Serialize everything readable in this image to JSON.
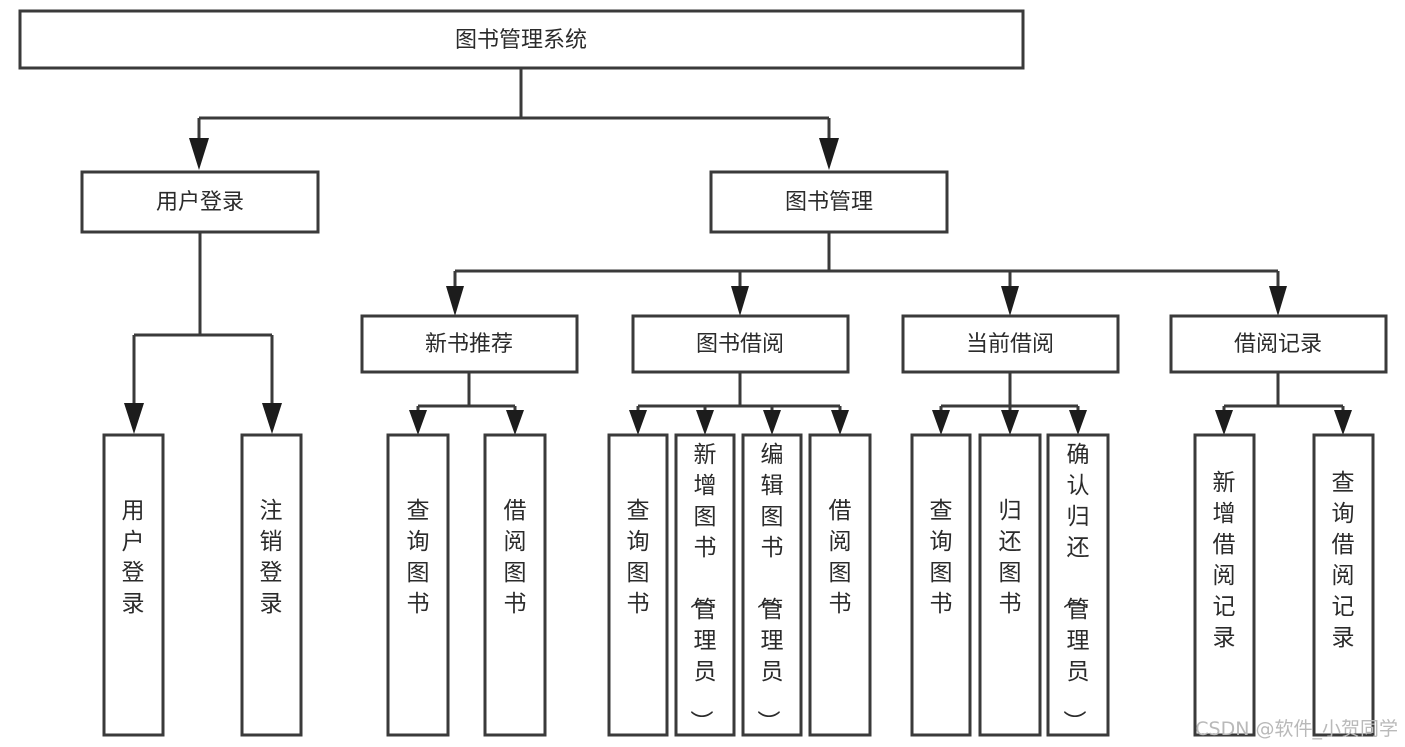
{
  "diagram": {
    "type": "tree",
    "title": "图书管理系统",
    "orientation": "top-down",
    "colors": {
      "box_fill": "#ffffff",
      "box_stroke": "#3a3a3a",
      "connector": "#3a3a3a",
      "text": "#2b2b2b",
      "watermark": "#b9b9b9",
      "background": "#ffffff"
    },
    "root": {
      "id": "root",
      "label": "图书管理系统",
      "text_orientation": "horizontal"
    },
    "level2": [
      {
        "id": "user-login",
        "label": "用户登录",
        "text_orientation": "horizontal"
      },
      {
        "id": "book-manage",
        "label": "图书管理",
        "text_orientation": "horizontal"
      }
    ],
    "level3": [
      {
        "id": "new-book-recommend",
        "label": "新书推荐",
        "parent": "book-manage",
        "text_orientation": "horizontal"
      },
      {
        "id": "book-borrow",
        "label": "图书借阅",
        "parent": "book-manage",
        "text_orientation": "horizontal"
      },
      {
        "id": "current-borrow",
        "label": "当前借阅",
        "parent": "book-manage",
        "text_orientation": "horizontal"
      },
      {
        "id": "borrow-record",
        "label": "借阅记录",
        "parent": "book-manage",
        "text_orientation": "horizontal"
      }
    ],
    "leaves": [
      {
        "id": "leaf-user-login",
        "label": "用户登录",
        "parent": "user-login",
        "text_orientation": "vertical"
      },
      {
        "id": "leaf-logout",
        "label": "注销登录",
        "parent": "user-login",
        "text_orientation": "vertical"
      },
      {
        "id": "leaf-query-book-1",
        "label": "查询图书",
        "parent": "new-book-recommend",
        "text_orientation": "vertical"
      },
      {
        "id": "leaf-borrow-book-1",
        "label": "借阅图书",
        "parent": "new-book-recommend",
        "text_orientation": "vertical"
      },
      {
        "id": "leaf-query-book-2",
        "label": "查询图书",
        "parent": "book-borrow",
        "text_orientation": "vertical"
      },
      {
        "id": "leaf-add-book",
        "label": "新增图书（管理员）",
        "parent": "book-borrow",
        "text_orientation": "vertical"
      },
      {
        "id": "leaf-edit-book",
        "label": "编辑图书（管理员）",
        "parent": "book-borrow",
        "text_orientation": "vertical"
      },
      {
        "id": "leaf-borrow-book-2",
        "label": "借阅图书",
        "parent": "book-borrow",
        "text_orientation": "vertical"
      },
      {
        "id": "leaf-query-book-3",
        "label": "查询图书",
        "parent": "current-borrow",
        "text_orientation": "vertical"
      },
      {
        "id": "leaf-return-book",
        "label": "归还图书",
        "parent": "current-borrow",
        "text_orientation": "vertical"
      },
      {
        "id": "leaf-confirm-return",
        "label": "确认归还（管理员）",
        "parent": "current-borrow",
        "text_orientation": "vertical"
      },
      {
        "id": "leaf-add-record",
        "label": "新增借阅记录",
        "parent": "borrow-record",
        "text_orientation": "vertical"
      },
      {
        "id": "leaf-query-record",
        "label": "查询借阅记录",
        "parent": "borrow-record",
        "text_orientation": "vertical"
      }
    ]
  },
  "watermark": {
    "text": "CSDN @软件_小贺同学"
  }
}
